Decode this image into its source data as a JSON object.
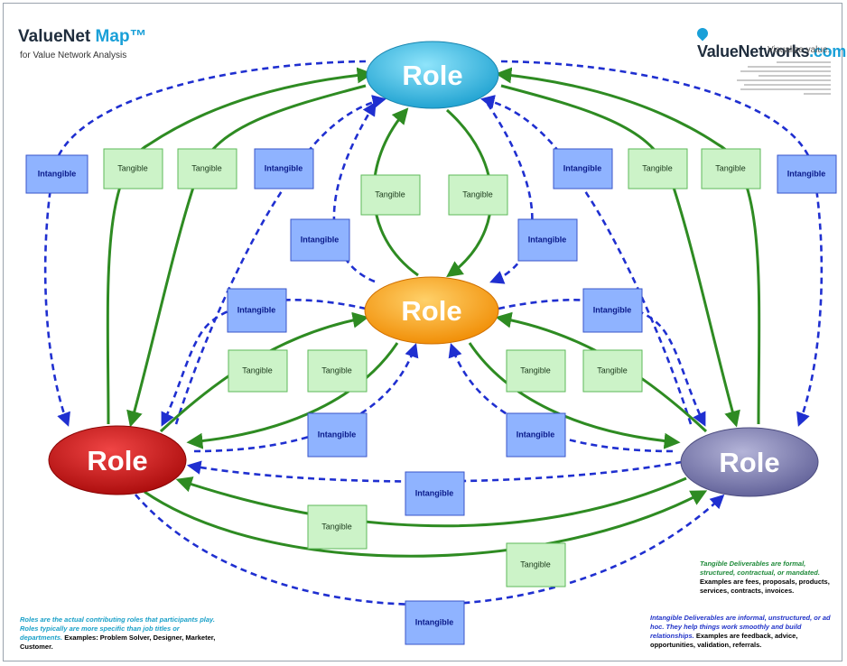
{
  "header": {
    "title_main": "ValueNet",
    "title_accent": "Map™",
    "subtitle": "for Value Network Analysis",
    "brand_name": "ValueNetworks",
    "brand_domain": ".com",
    "tagline": "Visualize value."
  },
  "roles": {
    "top": "Role",
    "center": "Role",
    "left": "Role",
    "right": "Role"
  },
  "deliverable_labels": {
    "tangible": "Tangible",
    "intangible": "Intangible"
  },
  "notes": {
    "roles_em": "Roles are the actual contributing roles that participants play. Roles typically are more specific than job titles or departments.",
    "roles_plain": "Examples: Problem Solver, Designer, Marketer, Customer.",
    "tangible_em": "Tangible Deliverables are formal, structured, contractual, or mandated.",
    "tangible_plain": "Examples are fees, proposals, products, services, contracts, invoices.",
    "intangible_em": "Intangible Deliverables are informal, unstructured, or ad hoc. They help things work smoothly and build relationships.",
    "intangible_plain": "Examples are feedback, advice, opportunities, validation, referrals."
  },
  "colors": {
    "tangible_arrow": "#2e8b22",
    "intangible_arrow": "#1f2fd0",
    "tangible_box_fill": "#ccf3c8",
    "tangible_box_border": "#5eb85a",
    "intangible_box_fill": "#8fb3ff",
    "intangible_box_border": "#3a55c9",
    "role_top": "#22b6e2",
    "role_center": "#f79a0a",
    "role_left": "#cc1111",
    "role_right": "#7272a8"
  }
}
